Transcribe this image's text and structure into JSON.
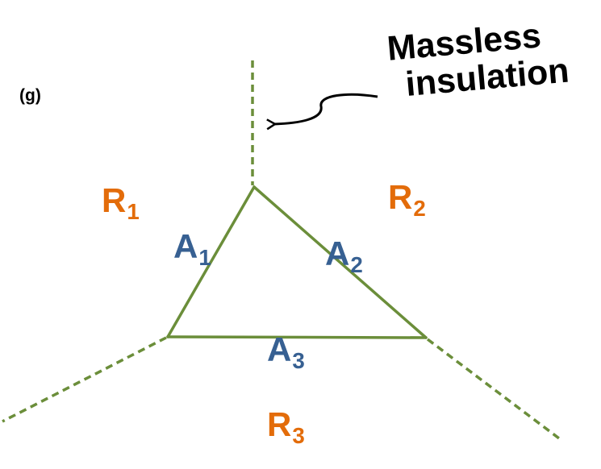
{
  "panel_label": "(g)",
  "annotation": {
    "line1": "Massless",
    "line2": "insulation"
  },
  "regions": [
    {
      "name": "R",
      "sub": "1"
    },
    {
      "name": "R",
      "sub": "2"
    },
    {
      "name": "R",
      "sub": "3"
    }
  ],
  "areas": [
    {
      "name": "A",
      "sub": "1"
    },
    {
      "name": "A",
      "sub": "2"
    },
    {
      "name": "A",
      "sub": "3"
    }
  ],
  "colors": {
    "line": "#6b8e3a",
    "region_text": "#e36c0a",
    "area_text": "#376092",
    "annotation_text": "#000000"
  }
}
